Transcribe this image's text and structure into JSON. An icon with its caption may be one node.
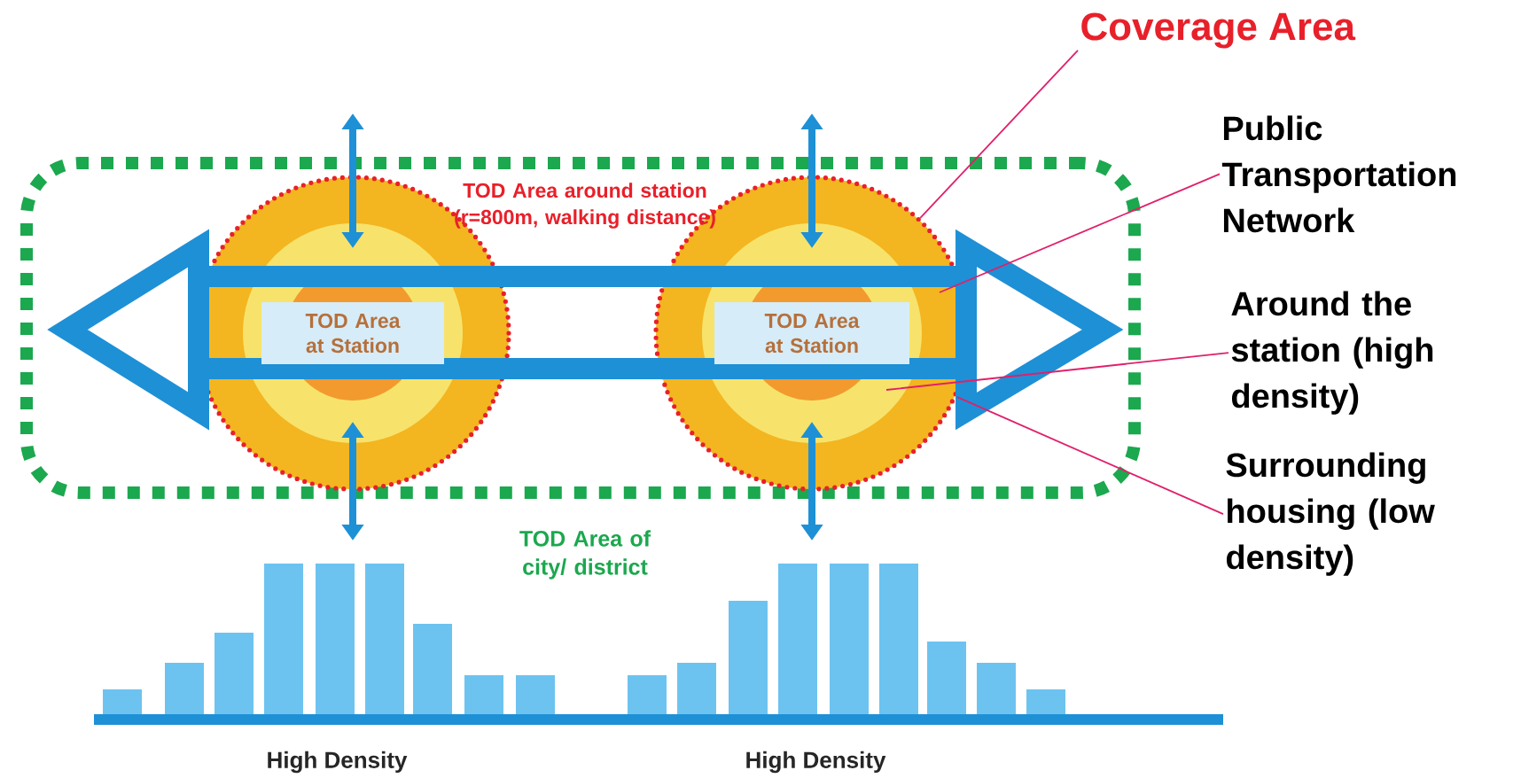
{
  "diagram": {
    "nodes": [
      {
        "text": [
          "TOD Area of city/ district"
        ]
      },
      {
        "text": [],
        "shape": "circle",
        "in": 0
      },
      {
        "text": [
          "TOD Area at Station"
        ],
        "in": 1
      },
      {
        "text": [],
        "shape": "circle",
        "in": 0
      },
      {
        "text": [
          "TOD Area at Station"
        ],
        "in": 3
      },
      {
        "text": [
          "Coverage Area"
        ]
      },
      {
        "text": [
          "Public Transportation Network"
        ]
      },
      {
        "text": [
          "Around the station (high density)"
        ]
      },
      {
        "text": [
          "Surrounding housing (low density)"
        ]
      }
    ],
    "edges": [
      {
        "from": 5,
        "to": 3,
        "arrow": "none"
      },
      {
        "from": 6,
        "to": null,
        "arrow": "none"
      },
      {
        "from": 7,
        "to": null,
        "arrow": "none"
      },
      {
        "from": 8,
        "to": 3,
        "arrow": "none"
      }
    ],
    "labels": [
      "TOD Area around station (r=800m, walking distance)",
      "High Density",
      "High Density"
    ]
  }
}
